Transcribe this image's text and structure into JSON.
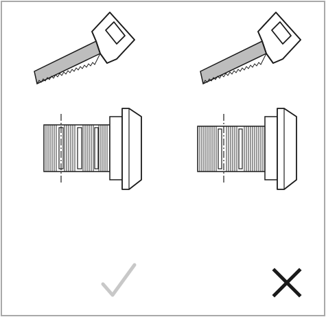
{
  "panels": [
    {
      "id": "correct-method",
      "verdict": "correct",
      "verdict_icon": "checkmark-icon",
      "verdict_color": "#c8c8c8"
    },
    {
      "id": "incorrect-method",
      "verdict": "incorrect",
      "verdict_icon": "cross-icon",
      "verdict_color": "#1a1a1a"
    }
  ],
  "colors": {
    "border": "#a8a8a8",
    "saw_blade": "#bdbdbd",
    "outline": "#1a1a1a",
    "background": "#ffffff"
  }
}
